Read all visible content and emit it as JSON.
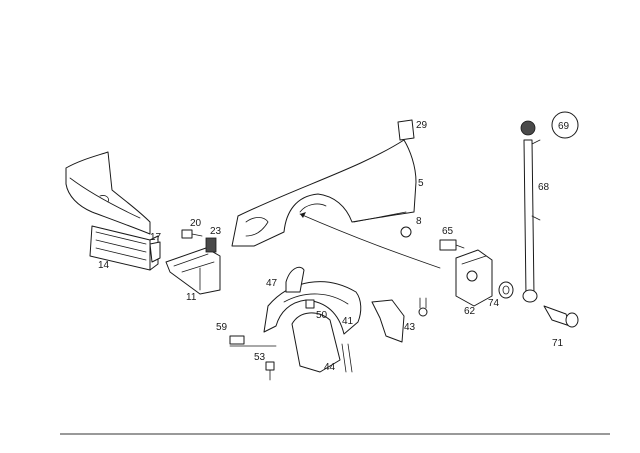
{
  "diagram": {
    "labels": {
      "p5": "5",
      "p8": "8",
      "p11": "11",
      "p14": "14",
      "p17": "17",
      "p20": "20",
      "p23": "23",
      "p29": "29",
      "p41": "41",
      "p43": "43",
      "p44": "44",
      "p47": "47",
      "p50": "50",
      "p53": "53",
      "p59": "59",
      "p62": "62",
      "p65": "65",
      "p68": "68",
      "p69": "69",
      "p71": "71",
      "p74": "74"
    },
    "highlighted_part": "69",
    "colors": {
      "line": "#1a1a1a",
      "background": "#ffffff"
    }
  }
}
